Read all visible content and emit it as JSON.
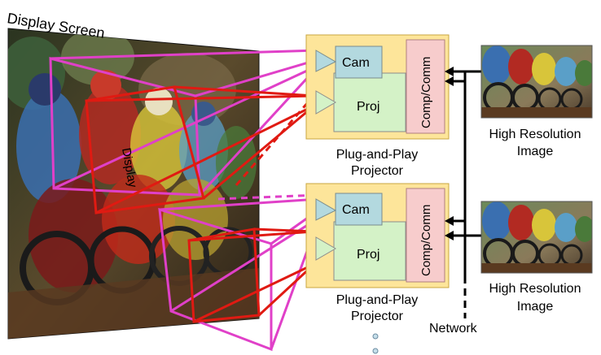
{
  "screen": {
    "title": "Display Screen",
    "overlay_text": "Display"
  },
  "projectors": [
    {
      "cam_label": "Cam",
      "proj_label": "Proj",
      "comp_label": "Comp/Comm",
      "caption_line1": "Plug-and-Play",
      "caption_line2": "Projector"
    },
    {
      "cam_label": "Cam",
      "proj_label": "Proj",
      "comp_label": "Comp/Comm",
      "caption_line1": "Plug-and-Play",
      "caption_line2": "Projector"
    }
  ],
  "images": [
    {
      "caption_line1": "High Resolution",
      "caption_line2": "Image"
    },
    {
      "caption_line1": "High Resolution",
      "caption_line2": "Image"
    }
  ],
  "network_label": "Network",
  "colors": {
    "projector_body": "#fde59a",
    "projector_border": "#c9a640",
    "cam_fill": "#b3d9df",
    "proj_fill": "#d4f2c7",
    "comp_fill": "#f7cccc",
    "magenta": "#e040c8",
    "red": "#e01a12"
  }
}
